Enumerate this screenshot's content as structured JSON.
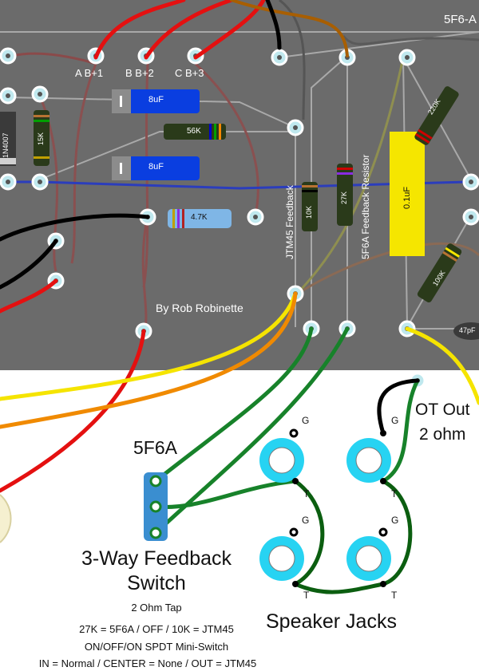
{
  "board": {
    "title": "5F6-A",
    "credit": "By Rob Robinette",
    "bplus_labels": [
      "A B+1",
      "B B+2",
      "C B+3"
    ],
    "vertical_labels": {
      "jtm45": "JTM45 Feedback",
      "fivef6a": "5F6A Feedback Resistor"
    }
  },
  "components": {
    "diode": "1N4007",
    "r15k": "15K",
    "cap1": "8uF",
    "r56k": "56K",
    "cap2": "8uF",
    "r47k": "4.7K",
    "r10k": "10K",
    "r27k": "27K",
    "cap01": "0.1uF",
    "r220k": "220K",
    "r100k": "100K",
    "cap47p": "47pF"
  },
  "lower": {
    "switch_name": "5F6A",
    "switch_title_line1": "3-Way Feedback",
    "switch_title_line2": "Switch",
    "notes": [
      "2 Ohm Tap",
      "27K = 5F6A / OFF / 10K = JTM45",
      "ON/OFF/ON SPDT Mini-Switch",
      "IN = Normal / CENTER = None / OUT = JTM45"
    ],
    "ot_out_line1": "OT Out",
    "ot_out_line2": "2 ohm",
    "speaker_jacks": "Speaker Jacks",
    "jack_labels": {
      "g": "G",
      "t": "T"
    }
  },
  "colors": {
    "board": "#6b6b6b",
    "red_wire": "#e41010",
    "green_wire": "#17822a",
    "dark_green_wire": "#0b5e10",
    "yellow_wire": "#f5e400",
    "orange_wire": "#f08a00",
    "blue_trace": "#2b3dbc",
    "black_wire": "#000000",
    "jack_cyan": "#27d3f2",
    "switch_blue": "#3a8ed0",
    "cap_yellow": "#f5e600",
    "cap_blue": "#0a3ee0"
  }
}
